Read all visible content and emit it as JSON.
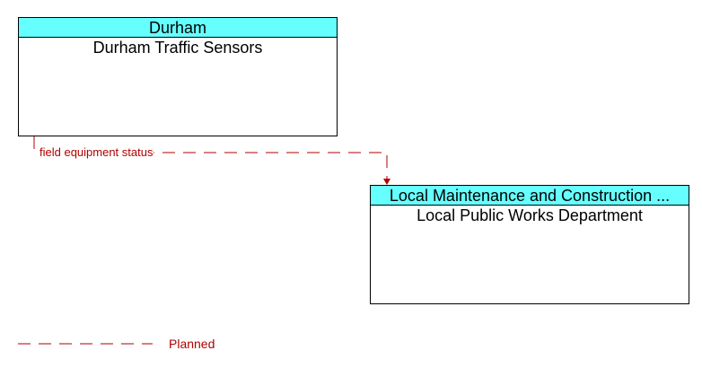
{
  "colors": {
    "header_fill": "#66ffff",
    "flow_color": "#b00000",
    "border": "#000000"
  },
  "nodes": [
    {
      "header": "Durham",
      "body": "Durham Traffic Sensors"
    },
    {
      "header": "Local Maintenance and Construction ...",
      "body": "Local Public Works Department"
    }
  ],
  "flows": [
    {
      "label": "field equipment status",
      "status": "Planned",
      "from": "Durham Traffic Sensors",
      "to": "Local Public Works Department"
    }
  ],
  "legend": {
    "planned_label": "Planned"
  }
}
